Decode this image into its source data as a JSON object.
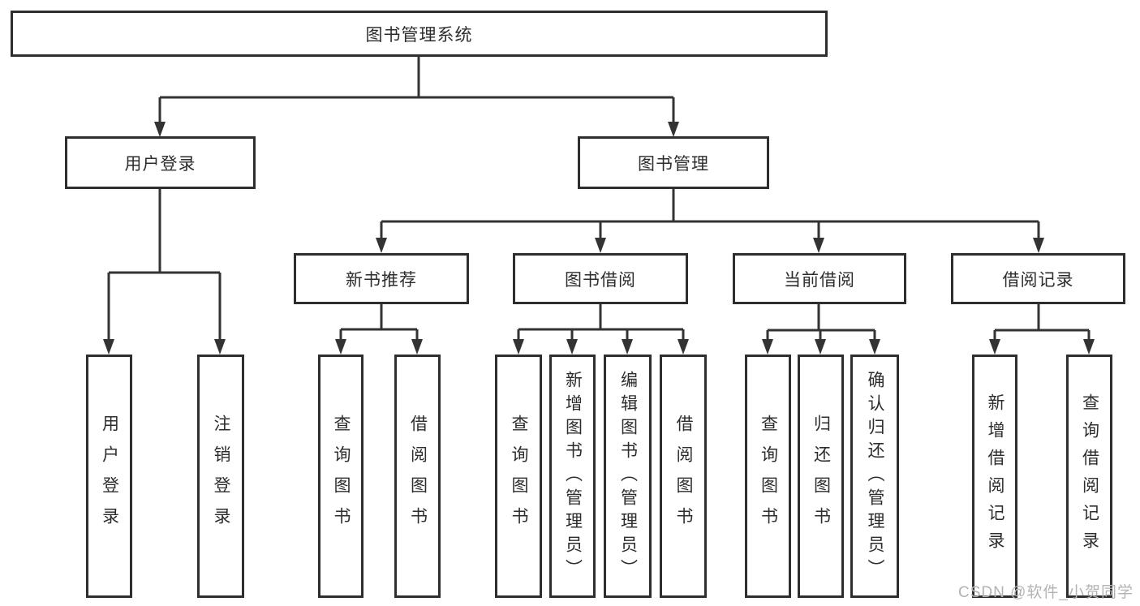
{
  "tree": {
    "root": {
      "label": "图书管理系统"
    },
    "branches": [
      {
        "label": "用户登录",
        "children": [
          {
            "label": "用户登录"
          },
          {
            "label": "注销登录"
          }
        ]
      },
      {
        "label": "图书管理",
        "children": [
          {
            "label": "新书推荐",
            "children": [
              {
                "label": "查询图书"
              },
              {
                "label": "借阅图书"
              }
            ]
          },
          {
            "label": "图书借阅",
            "children": [
              {
                "label": "查询图书"
              },
              {
                "label": "新增图书（管理员）"
              },
              {
                "label": "编辑图书（管理员）"
              },
              {
                "label": "借阅图书"
              }
            ]
          },
          {
            "label": "当前借阅",
            "children": [
              {
                "label": "查询图书"
              },
              {
                "label": "归还图书"
              },
              {
                "label": "确认归还（管理员）"
              }
            ]
          },
          {
            "label": "借阅记录",
            "children": [
              {
                "label": "新增借阅记录"
              },
              {
                "label": "查询借阅记录"
              }
            ]
          }
        ]
      }
    ]
  },
  "watermark": "CSDN @软件_小贺同学",
  "colors": {
    "line": "#333333",
    "box_border": "#2e2e2e",
    "text": "#2d2d2d",
    "watermark": "#b3b3b3",
    "background": "#ffffff"
  }
}
